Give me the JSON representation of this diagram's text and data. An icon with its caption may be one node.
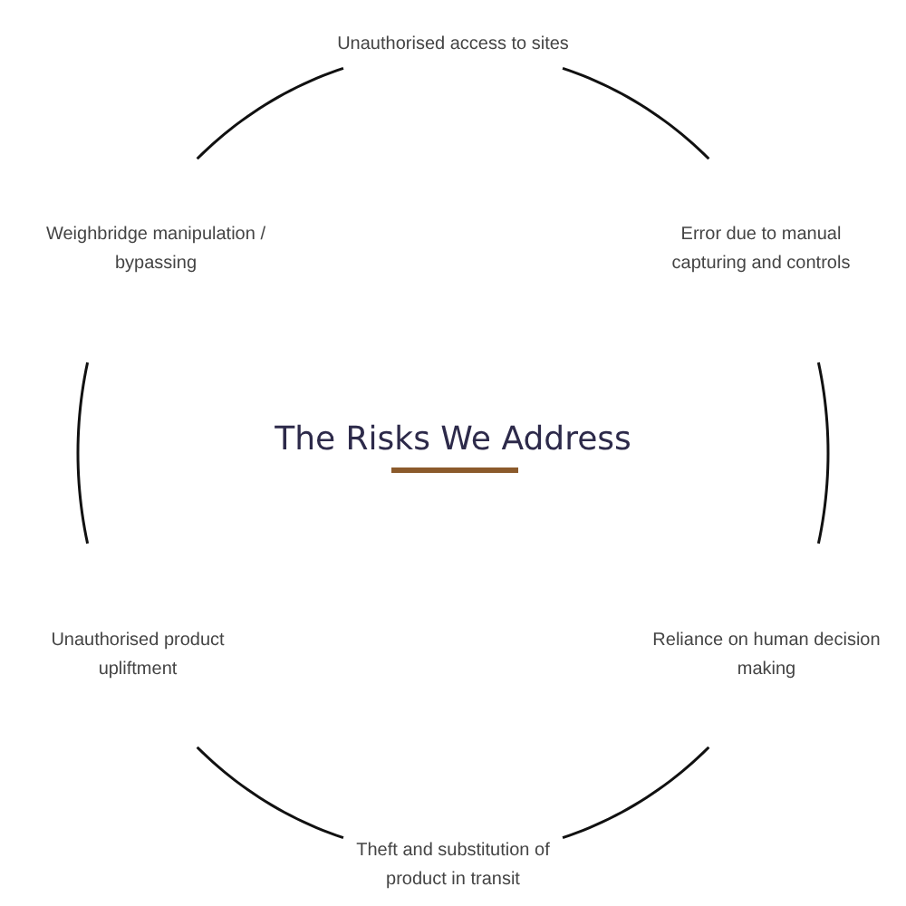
{
  "diagram": {
    "title": "The Risks We Address",
    "nodes": [
      {
        "text": [
          "Unauthorised access to sites"
        ]
      },
      {
        "text": [
          "Weighbridge manipulation / bypassing"
        ]
      },
      {
        "text": [
          "Error due to manual capturing and controls"
        ]
      },
      {
        "text": [
          "Unauthorised product upliftment"
        ]
      },
      {
        "text": [
          "Reliance on human decision making"
        ]
      },
      {
        "text": [
          "Theft and substitution of product in transit"
        ]
      }
    ],
    "edges": [
      {
        "from": 0,
        "to": 2,
        "arrow": "none"
      },
      {
        "from": 2,
        "to": 4,
        "arrow": "none"
      },
      {
        "from": 4,
        "to": 5,
        "arrow": "none"
      },
      {
        "from": 5,
        "to": 3,
        "arrow": "none"
      },
      {
        "from": 3,
        "to": 1,
        "arrow": "none"
      },
      {
        "from": 1,
        "to": 0,
        "arrow": "none"
      }
    ]
  }
}
